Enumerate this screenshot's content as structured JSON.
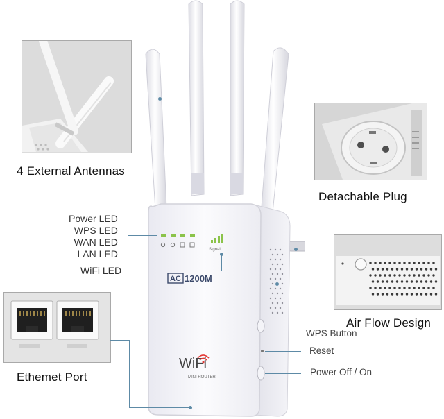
{
  "labels": {
    "antennas": "4 External Antennas",
    "plug": "Detachable Plug",
    "airflow": "Air Flow Design",
    "ethernet": "Ethemet Port",
    "power_led": "Power LED",
    "wps_led": "WPS LED",
    "wan_led": "WAN LED",
    "lan_led": "LAN LED",
    "wifi_led": "WiFi LED",
    "wps_button": "WPS Button",
    "reset": "Reset",
    "power_switch": "Power Off / On"
  },
  "device": {
    "badge_prefix": "AC",
    "badge_model": "1200M",
    "brand": "WiFi",
    "sub": "MINI ROUTER",
    "signal": "Signal"
  },
  "colors": {
    "leader": "#5d8aa6",
    "led_green": "#8bc34a"
  }
}
